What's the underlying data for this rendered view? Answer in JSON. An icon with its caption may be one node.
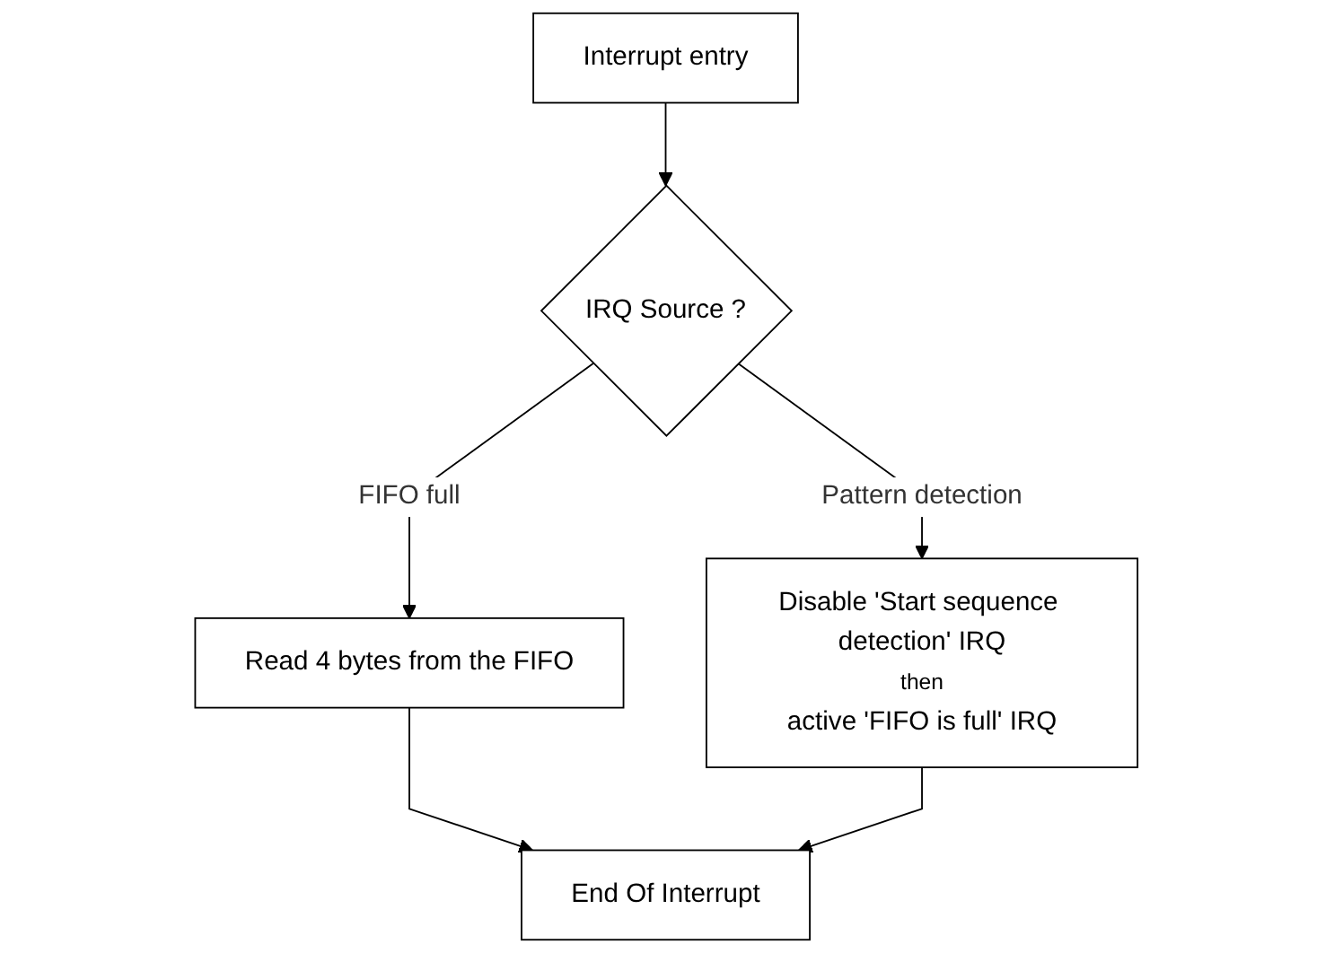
{
  "diagram": {
    "nodes": [
      {
        "text": [
          "Interrupt entry"
        ]
      },
      {
        "text": [
          "IRQ Source ?"
        ]
      },
      {
        "text": [
          "Read 4 bytes from the FIFO"
        ]
      },
      {
        "text": [
          "Disable 'Start sequence detection' IRQ",
          "then",
          "active 'FIFO is full' IRQ"
        ]
      },
      {
        "text": [
          "End Of Interrupt"
        ]
      }
    ],
    "edges": [
      {
        "from": 0,
        "to": 1,
        "arrow": "to"
      },
      {
        "from": 1,
        "to": 2,
        "arrow": "to",
        "label": "FIFO full"
      },
      {
        "from": 1,
        "to": 3,
        "arrow": "to",
        "label": "Pattern detection"
      },
      {
        "from": 2,
        "to": 4,
        "arrow": "to"
      },
      {
        "from": 3,
        "to": 4,
        "arrow": "to"
      }
    ]
  }
}
